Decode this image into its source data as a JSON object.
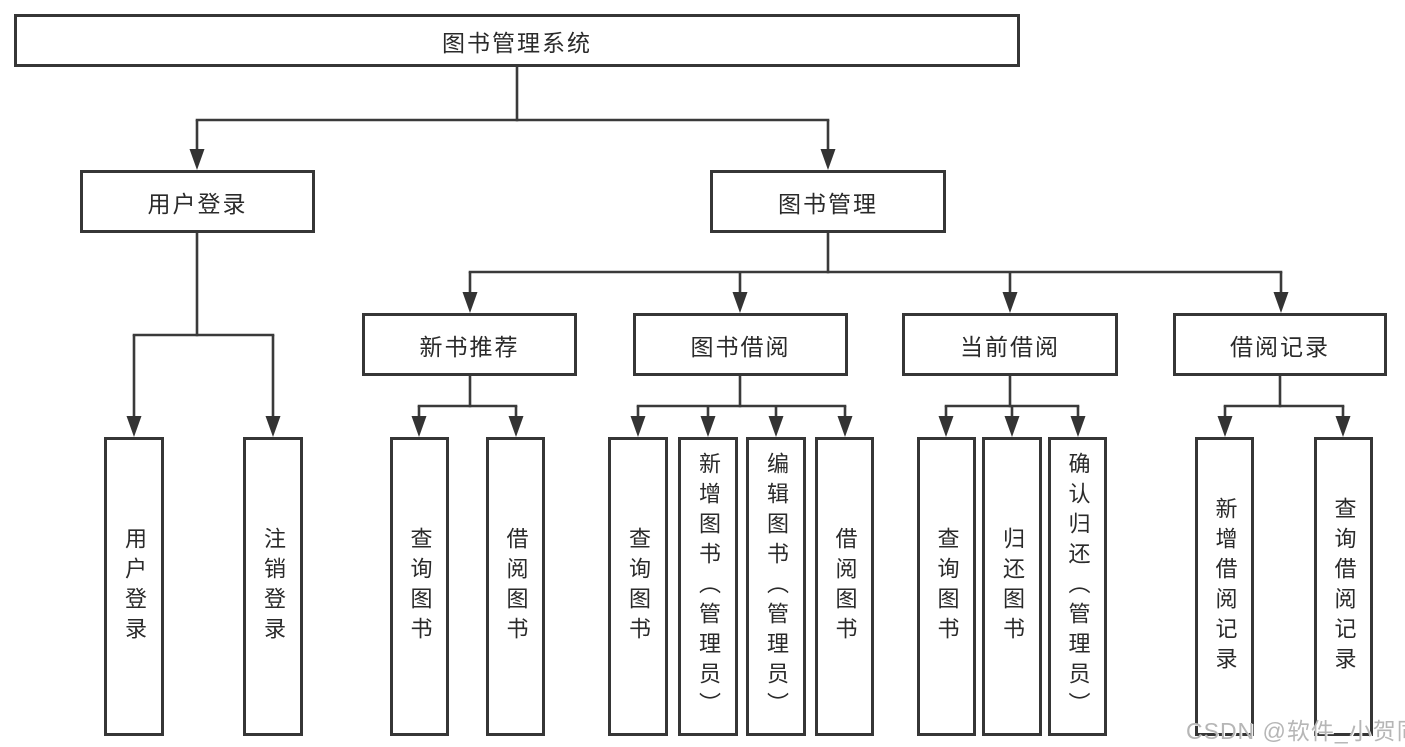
{
  "diagram": {
    "root": {
      "label": "图书管理系统"
    },
    "level2": [
      {
        "label": "用户登录"
      },
      {
        "label": "图书管理"
      }
    ],
    "level3": [
      {
        "label": "新书推荐"
      },
      {
        "label": "图书借阅"
      },
      {
        "label": "当前借阅"
      },
      {
        "label": "借阅记录"
      }
    ],
    "leaves": {
      "user_login": [
        "用户登录",
        "注销登录"
      ],
      "new_book": [
        "查询图书",
        "借阅图书"
      ],
      "book_borrow": [
        "查询图书",
        "新增图书（管理员）",
        "编辑图书（管理员）",
        "借阅图书"
      ],
      "current_borrow": [
        "查询图书",
        "归还图书",
        "确认归还（管理员）"
      ],
      "borrow_record": [
        "新增借阅记录",
        "查询借阅记录"
      ]
    }
  },
  "watermark": {
    "text": "CSDN @软件_小贺同学"
  },
  "colors": {
    "line": "#3a3a3a",
    "arrow": "#333333",
    "border": "#363636",
    "text": "#2a2a2a",
    "watermark": "#b6b6b6",
    "background": "#ffffff"
  }
}
